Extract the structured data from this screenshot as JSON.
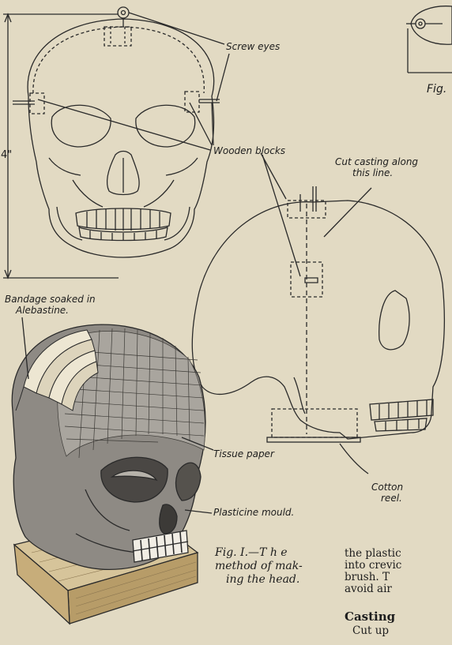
{
  "labels": {
    "screw_eyes": "Screw eyes",
    "wooden_blocks": "Wooden blocks",
    "cut_casting_line1": "Cut casting along",
    "cut_casting_line2": "this line.",
    "dimension": "4\"",
    "bandage_line1": "Bandage soaked in",
    "bandage_line2": "Alebastine.",
    "tissue_paper": "Tissue paper",
    "plasticine_mould": "Plasticine mould.",
    "cotton_reel_line1": "Cotton",
    "cotton_reel_line2": "reel.",
    "fig_partial": "Fig."
  },
  "caption": {
    "line1": "Fig. I.—T h e",
    "line2": "method of mak-",
    "line3": "ing the head."
  },
  "body_text": {
    "line1": "the plastic",
    "line2": "into crevic",
    "line3": "brush. T",
    "line4": "avoid air",
    "heading": "Casting",
    "line5": "Cut up"
  }
}
